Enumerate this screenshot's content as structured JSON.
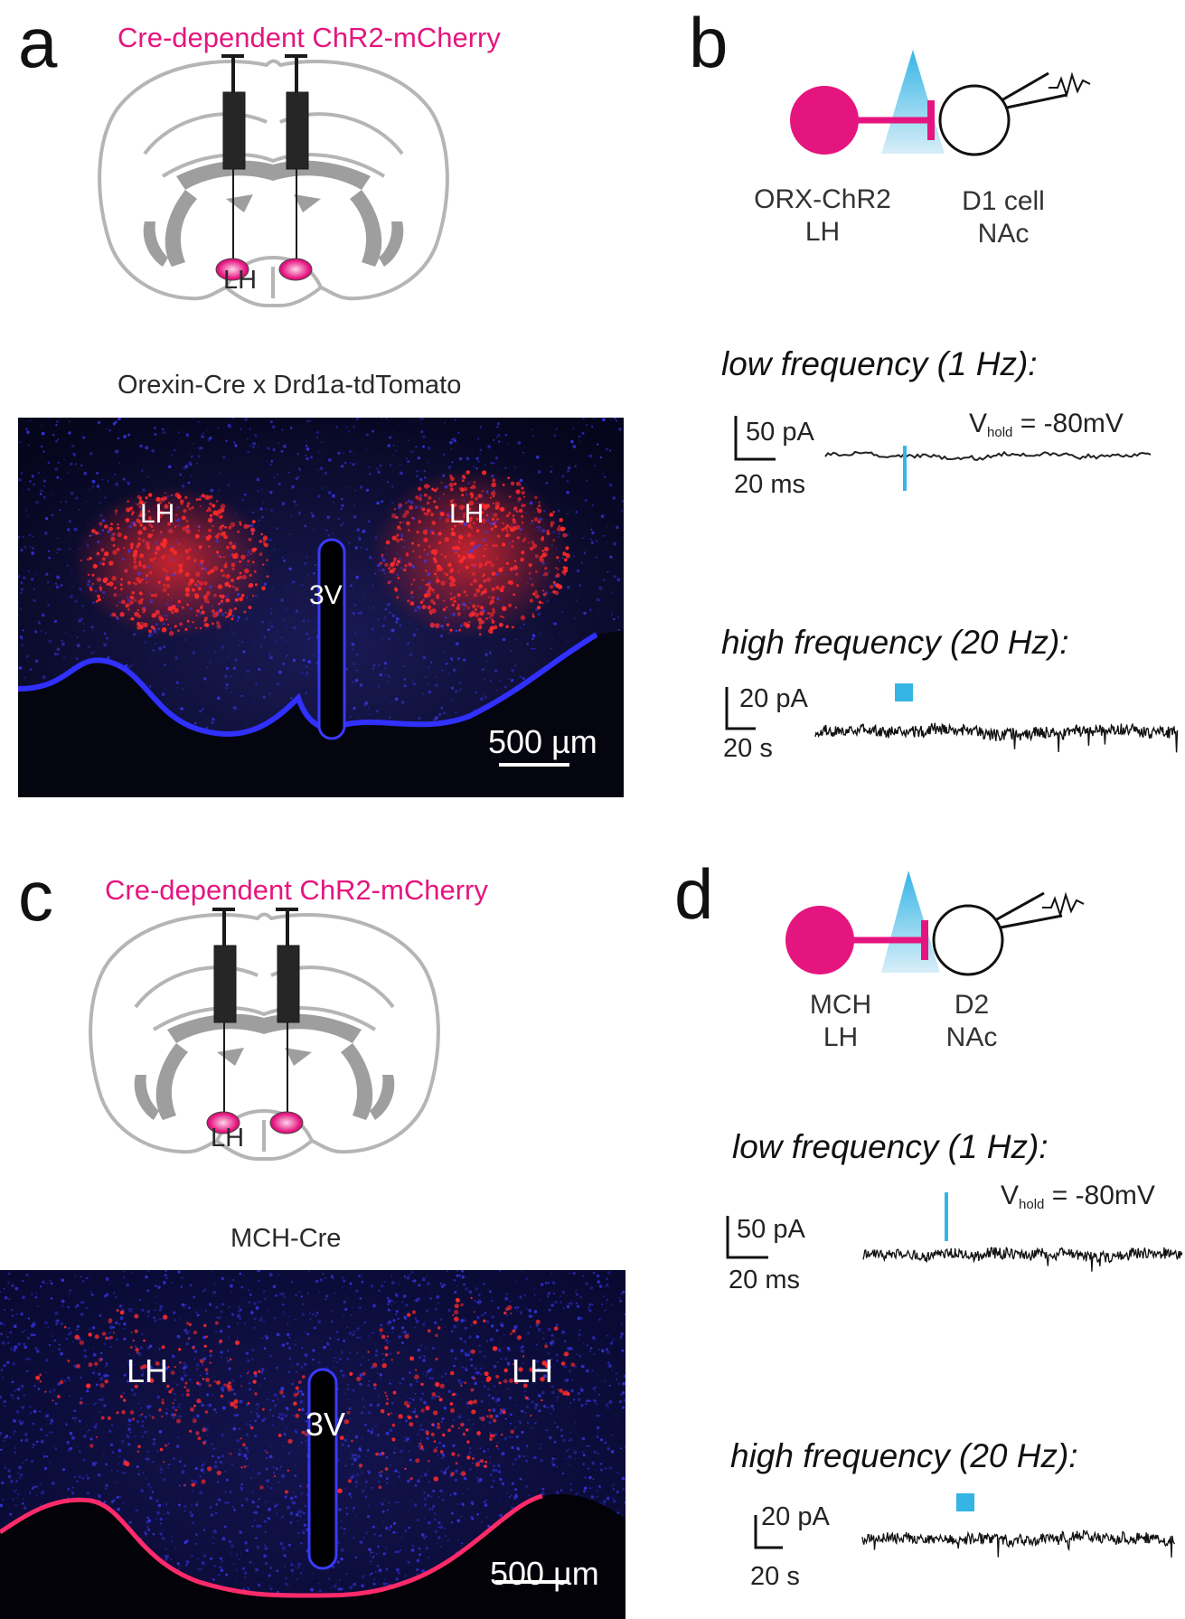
{
  "panels": {
    "a": {
      "letter": "a",
      "virus": "Cre-dependent ChR2-mCherry",
      "brain_label": "LH",
      "mouse": "Orexin-Cre x Drd1a-tdTomato",
      "micro": {
        "lh_left": "LH",
        "lh_right": "LH",
        "ventricle": "3V",
        "scale": "500 µm"
      }
    },
    "b": {
      "letter": "b",
      "pre_line1": "ORX-ChR2",
      "pre_line2": "LH",
      "post_line1": "D1 cell",
      "post_line2": "NAc",
      "low_title": "low frequency (1 Hz):",
      "low_scale_y": "50 pA",
      "low_scale_x": "20 ms",
      "vhold_v": "V",
      "vhold_sub": "hold",
      "vhold_val": " = -80mV",
      "high_title": "high frequency (20 Hz):",
      "high_scale_y": "20 pA",
      "high_scale_x": "20 s"
    },
    "c": {
      "letter": "c",
      "virus": "Cre-dependent ChR2-mCherry",
      "brain_label": "LH",
      "mouse": "MCH-Cre",
      "micro": {
        "lh_left": "LH",
        "lh_right": "LH",
        "ventricle": "3V",
        "scale": "500 µm"
      }
    },
    "d": {
      "letter": "d",
      "pre_line1": "MCH",
      "pre_line2": "LH",
      "post_line1": "D2",
      "post_line2": "NAc",
      "low_title": "low frequency (1 Hz):",
      "low_scale_y": "50 pA",
      "low_scale_x": "20 ms",
      "vhold_v": "V",
      "vhold_sub": "hold",
      "vhold_val": " = -80mV",
      "high_title": "high frequency (20 Hz):",
      "high_scale_y": "20 pA",
      "high_scale_x": "20 s"
    }
  },
  "colors": {
    "magenta": "#e5157f",
    "light_blue": "#35b5e5",
    "brain_outline": "#b5b5b5",
    "tissue_blue": "#2a2cff",
    "tissue_red": "#ff2a2a"
  }
}
